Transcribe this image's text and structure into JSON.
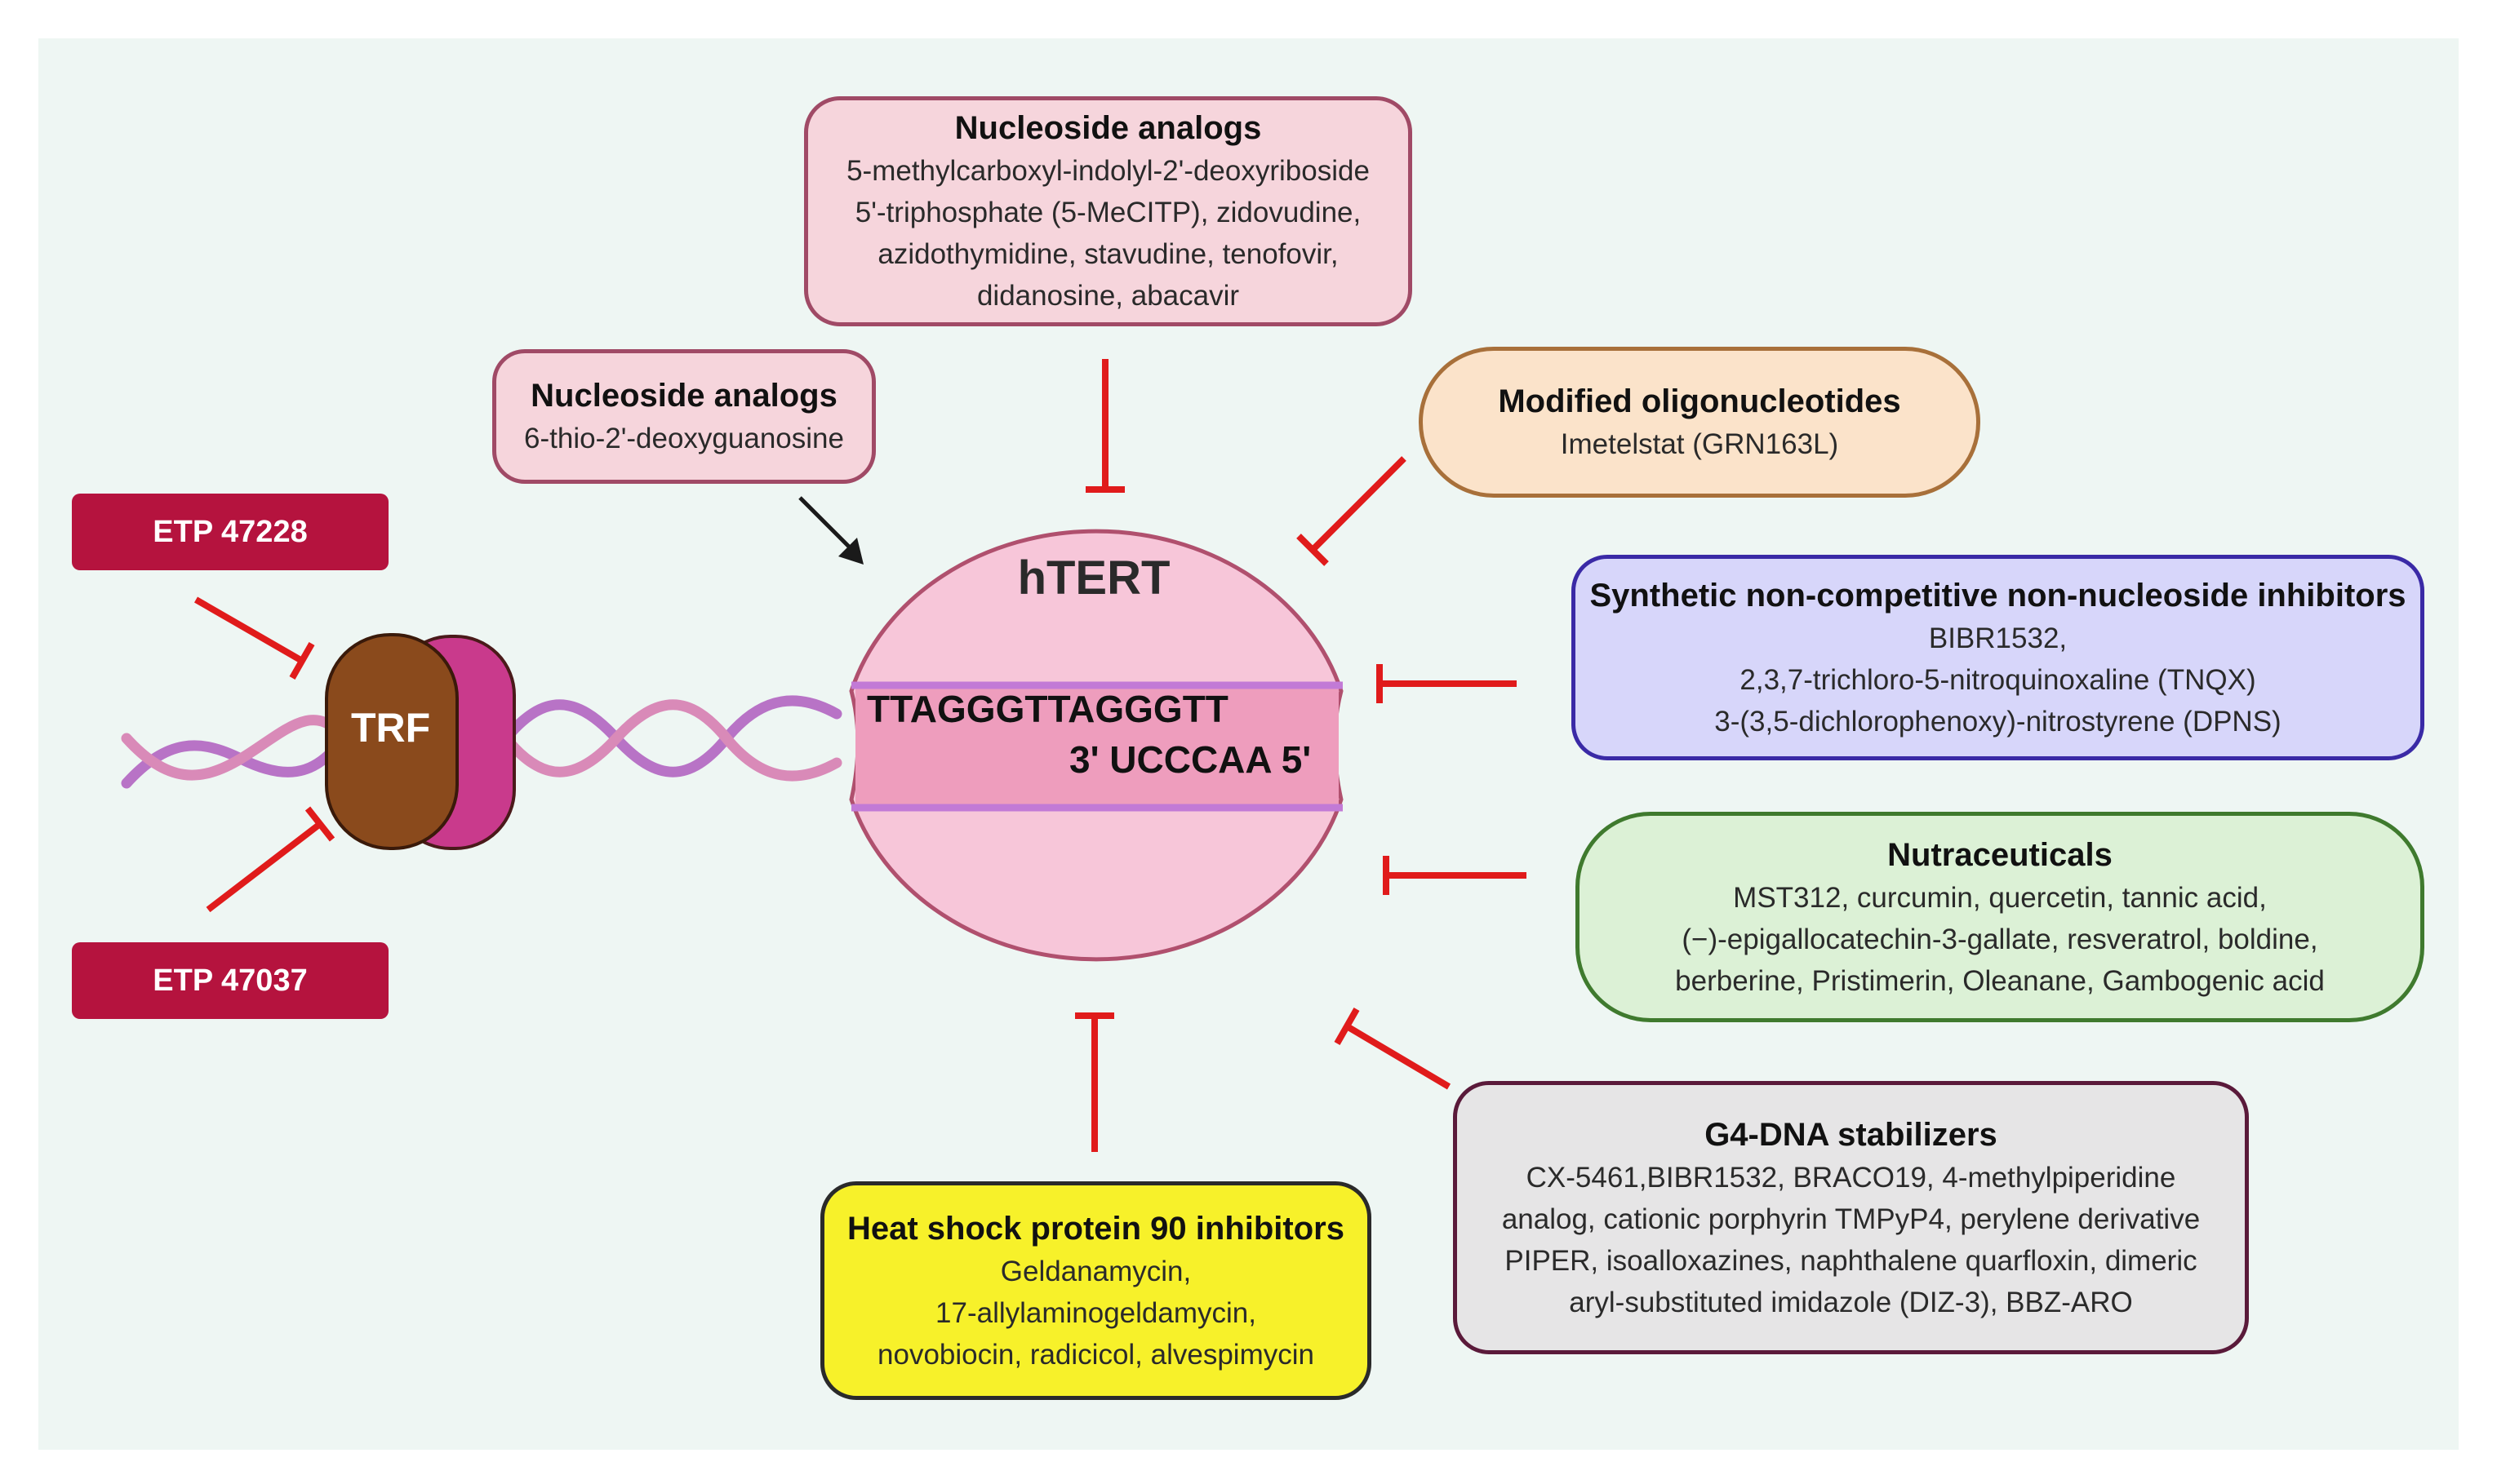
{
  "title": "",
  "center": {
    "label": "hTERT",
    "dna_top": "TTAGGGTTAGGGTT",
    "rna": "3' UCCCAA 5'"
  },
  "trf": {
    "label": "TRF"
  },
  "etp": {
    "top": "ETP 47228",
    "bottom": "ETP 47037"
  },
  "inhibitors": [
    {
      "title": "Nucleoside analogs",
      "lines": [
        "5-methylcarboxyl-indolyl-2'-deoxyriboside",
        "5'-triphosphate (5-MeCITP), zidovudine,",
        "azidothymidine, stavudine, tenofovir,",
        "didanosine, abacavir"
      ],
      "fill": "#f6d5dc",
      "border": "#a04a66",
      "effect": "inhibit"
    },
    {
      "title": "Nucleoside analogs",
      "lines": [
        "6-thio-2'-deoxyguanosine"
      ],
      "fill": "#f6d5dc",
      "border": "#a04a66",
      "effect": "activate"
    },
    {
      "title": "Modified oligonucleotides",
      "lines": [
        "Imetelstat (GRN163L)"
      ],
      "fill": "#fbe3ca",
      "border": "#a8703a",
      "effect": "inhibit"
    },
    {
      "title": "Synthetic non-competitive non-nucleoside inhibitors",
      "lines": [
        "BIBR1532,",
        "2,3,7-trichloro-5-nitroquinoxaline (TNQX)",
        "3-(3,5-dichlorophenoxy)-nitrostyrene (DPNS)"
      ],
      "fill": "#d7d6fa",
      "border": "#3a2aa6",
      "effect": "inhibit"
    },
    {
      "title": "Nutraceuticals",
      "lines": [
        "MST312, curcumin, quercetin, tannic acid,",
        "(−)-epigallocatechin-3-gallate, resveratrol, boldine,",
        "berberine, Pristimerin, Oleanane,  Gambogenic acid"
      ],
      "fill": "#dcf1d6",
      "border": "#3f7a2e",
      "effect": "inhibit"
    },
    {
      "title": "G4-DNA stabilizers",
      "lines": [
        "CX-5461,BIBR1532, BRACO19, 4-methylpiperidine",
        "analog, cationic porphyrin TMPyP4, perylene derivative",
        "PIPER, isoalloxazines, naphthalene quarfloxin, dimeric",
        "aryl-substituted imidazole (DIZ-3), BBZ-ARO"
      ],
      "fill": "#e6e5e6",
      "border": "#5a1a3a",
      "effect": "inhibit"
    },
    {
      "title": "Heat shock protein 90  inhibitors",
      "lines": [
        "Geldanamycin,",
        "17-allylaminogeldamycin,",
        "novobiocin, radicicol, alvespimycin"
      ],
      "fill": "#f7f12a",
      "border": "#2a2a2a",
      "effect": "inhibit"
    }
  ],
  "colors": {
    "inhibit_arrow": "#e01b1b",
    "activate_arrow": "#1a1a1a",
    "htert_fill": "#f7c6d9",
    "htert_border": "#b0506e",
    "trf_front": "#8a4a1c",
    "trf_back": "#c93a8c",
    "etp_fill": "#b5133e",
    "dna_strand_a": "#b873c6",
    "dna_strand_b": "#d98ab8"
  }
}
